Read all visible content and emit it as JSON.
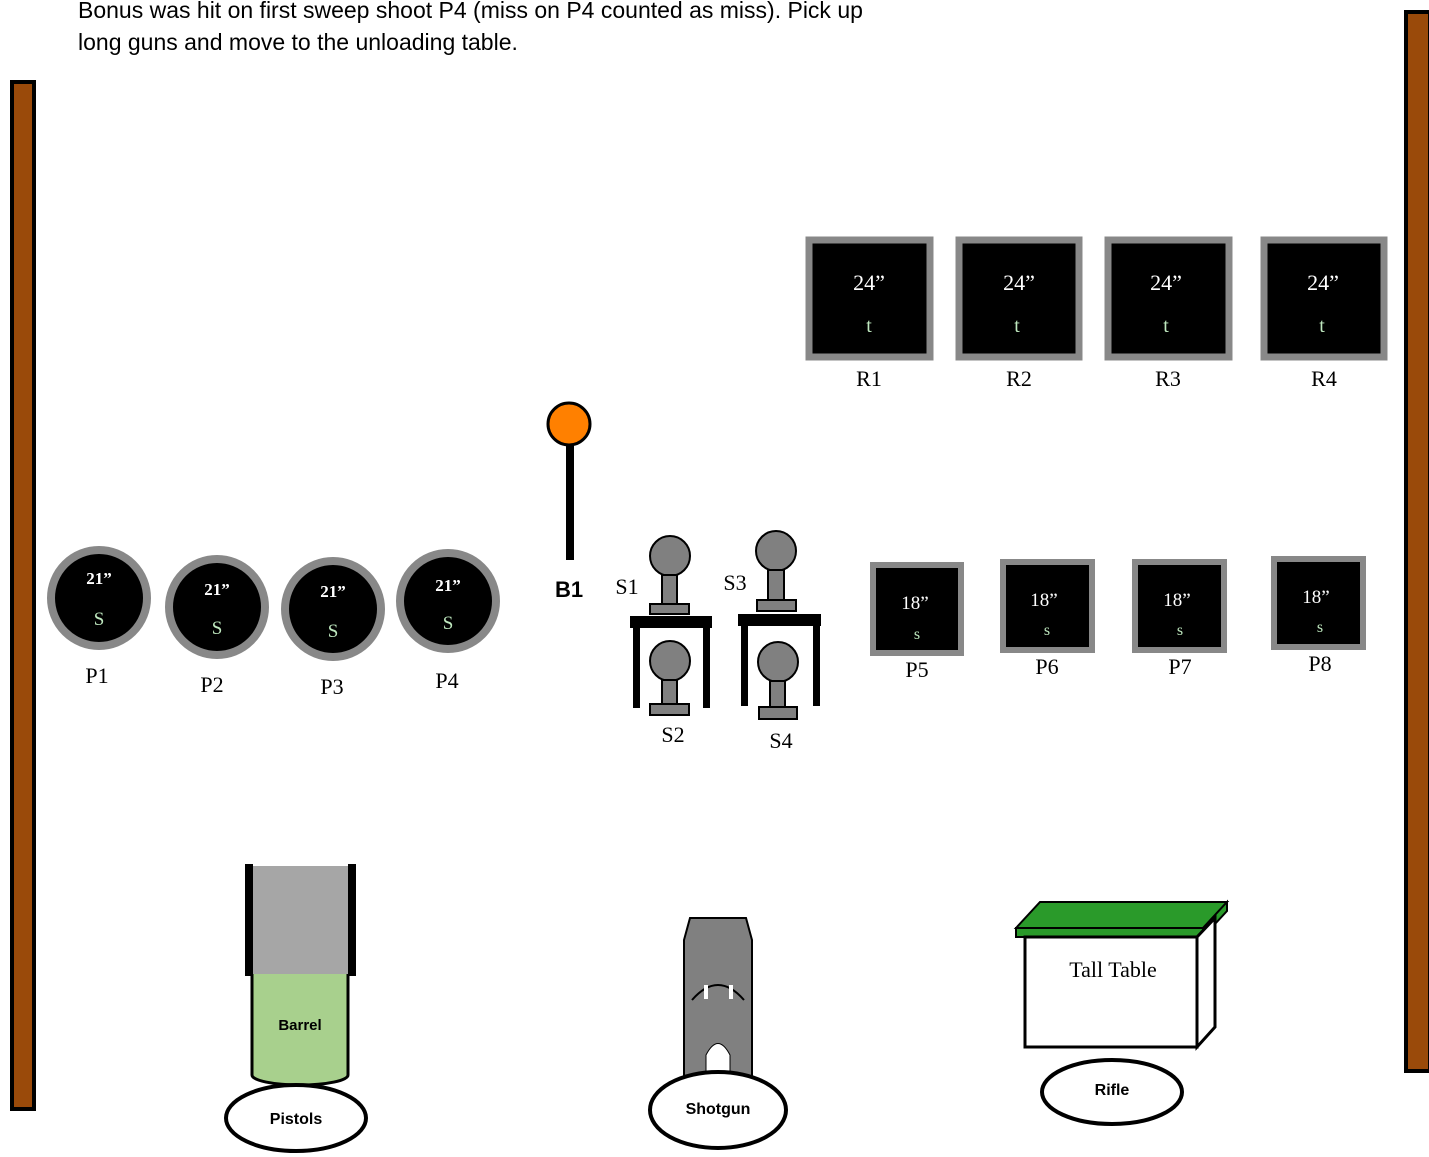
{
  "instructions": {
    "line1": "Bonus was hit on first sweep shoot P4 (miss on P4 counted as miss). Pick up",
    "line2": "long guns and move to the unloading table."
  },
  "colors": {
    "wall": "#9a4a0a",
    "target_face": "#000000",
    "target_frame": "#888888",
    "target_letter": "#bfe8bf",
    "bonus_ball": "#ff8000",
    "barrel": "#a8d08d",
    "barrel_top": "#a6a6a6",
    "table_top": "#2a9a2a",
    "prop_gray": "#808080"
  },
  "rifle_targets": [
    {
      "size": "24”",
      "letter": "t",
      "label": "R1"
    },
    {
      "size": "24”",
      "letter": "t",
      "label": "R2"
    },
    {
      "size": "24”",
      "letter": "t",
      "label": "R3"
    },
    {
      "size": "24”",
      "letter": "t",
      "label": "R4"
    }
  ],
  "pistol_round_targets": [
    {
      "size": "21”",
      "letter": "S",
      "label": "P1"
    },
    {
      "size": "21”",
      "letter": "S",
      "label": "P2"
    },
    {
      "size": "21”",
      "letter": "S",
      "label": "P3"
    },
    {
      "size": "21”",
      "letter": "S",
      "label": "P4"
    }
  ],
  "pistol_square_targets": [
    {
      "size": "18”",
      "letter": "s",
      "label": "P5"
    },
    {
      "size": "18”",
      "letter": "s",
      "label": "P6"
    },
    {
      "size": "18”",
      "letter": "s",
      "label": "P7"
    },
    {
      "size": "18”",
      "letter": "s",
      "label": "P8"
    }
  ],
  "bonus": {
    "label": "B1"
  },
  "shotgun_targets": [
    {
      "label": "S1"
    },
    {
      "label": "S2"
    },
    {
      "label": "S3"
    },
    {
      "label": "S4"
    }
  ],
  "props": {
    "barrel": {
      "text": "Barrel"
    },
    "tall_table": {
      "text": "Tall Table"
    }
  },
  "stations": {
    "pistols": "Pistols",
    "shotgun": "Shotgun",
    "rifle": "Rifle"
  }
}
